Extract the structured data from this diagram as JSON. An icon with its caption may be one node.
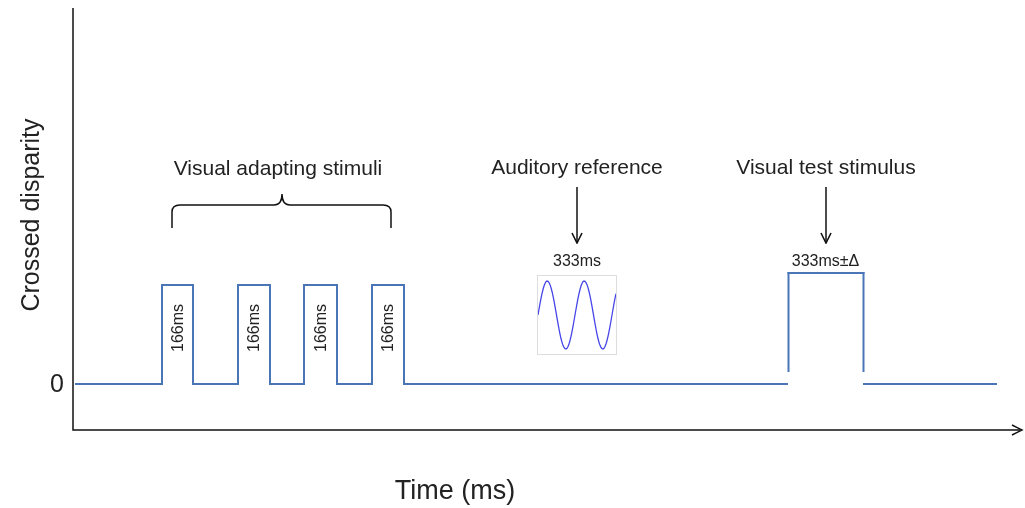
{
  "diagram": {
    "nodes": [
      {
        "text": [
          "Auditory reference"
        ]
      },
      {
        "text": [],
        "shape": "picture",
        "beside": [
          "333ms"
        ]
      },
      {
        "text": [
          "Visual test stimulus"
        ]
      },
      {
        "text": [],
        "shape": "bar",
        "beside": [
          "333ms±Δ"
        ]
      }
    ],
    "edges": [
      {
        "from": 0,
        "to": 1,
        "arrow": "to"
      },
      {
        "from": 2,
        "to": 3,
        "arrow": "to"
      }
    ],
    "labels": [
      "Crossed disparity",
      "Visual adapting stimuli",
      "166ms",
      "166ms",
      "166ms",
      "166ms",
      "0",
      "Time (ms)"
    ]
  }
}
